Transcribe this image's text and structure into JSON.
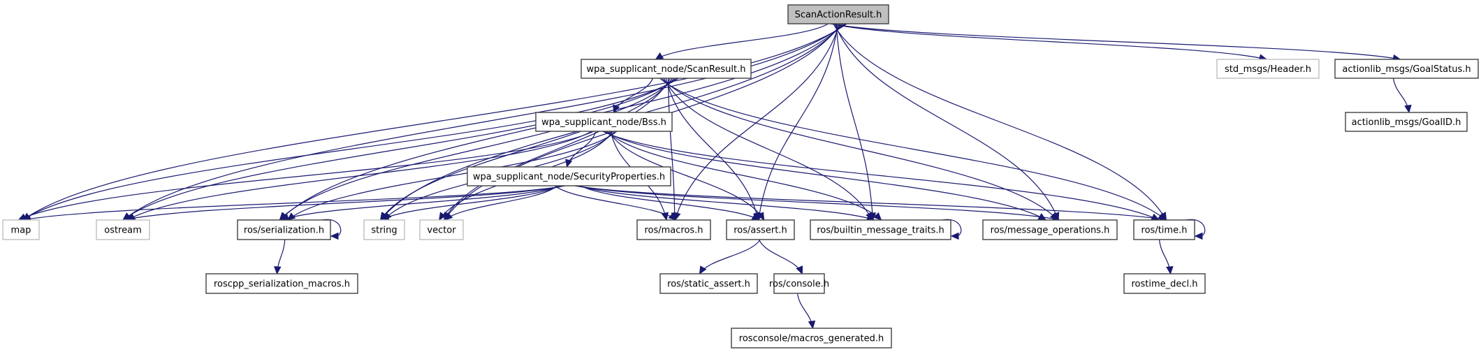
{
  "diagram": {
    "title": "ScanActionResult.h include dependency graph",
    "colors": {
      "edge": "#191970",
      "root_fill": "#bfbfbf",
      "node_fill": "#ffffff",
      "documented_border": "#404040",
      "external_border": "#bfbfbf"
    },
    "nodes": [
      {
        "id": "root",
        "label": "ScanActionResult.h",
        "kind": "root"
      },
      {
        "id": "scanresult",
        "label": "wpa_supplicant_node/ScanResult.h",
        "kind": "documented"
      },
      {
        "id": "bss",
        "label": "wpa_supplicant_node/Bss.h",
        "kind": "documented"
      },
      {
        "id": "secprops",
        "label": "wpa_supplicant_node/SecurityProperties.h",
        "kind": "documented"
      },
      {
        "id": "map",
        "label": "map",
        "kind": "external"
      },
      {
        "id": "ostream",
        "label": "ostream",
        "kind": "external"
      },
      {
        "id": "serialization",
        "label": "ros/serialization.h",
        "kind": "documented"
      },
      {
        "id": "string",
        "label": "string",
        "kind": "external"
      },
      {
        "id": "vector",
        "label": "vector",
        "kind": "external"
      },
      {
        "id": "macros",
        "label": "ros/macros.h",
        "kind": "documented"
      },
      {
        "id": "assert",
        "label": "ros/assert.h",
        "kind": "documented"
      },
      {
        "id": "builtin",
        "label": "ros/builtin_message_traits.h",
        "kind": "documented"
      },
      {
        "id": "msgops",
        "label": "ros/message_operations.h",
        "kind": "documented"
      },
      {
        "id": "time",
        "label": "ros/time.h",
        "kind": "documented"
      },
      {
        "id": "roscppmacros",
        "label": "roscpp_serialization_macros.h",
        "kind": "documented"
      },
      {
        "id": "staticassert",
        "label": "ros/static_assert.h",
        "kind": "documented"
      },
      {
        "id": "console",
        "label": "ros/console.h",
        "kind": "documented"
      },
      {
        "id": "macrosgen",
        "label": "rosconsole/macros_generated.h",
        "kind": "documented"
      },
      {
        "id": "rostimedecl",
        "label": "rostime_decl.h",
        "kind": "documented"
      },
      {
        "id": "header",
        "label": "std_msgs/Header.h",
        "kind": "external"
      },
      {
        "id": "goalstatus",
        "label": "actionlib_msgs/GoalStatus.h",
        "kind": "documented"
      },
      {
        "id": "goalid",
        "label": "actionlib_msgs/GoalID.h",
        "kind": "documented"
      }
    ],
    "edges": [
      [
        "root",
        "scanresult"
      ],
      [
        "root",
        "map"
      ],
      [
        "root",
        "ostream"
      ],
      [
        "root",
        "serialization"
      ],
      [
        "root",
        "string"
      ],
      [
        "root",
        "vector"
      ],
      [
        "root",
        "macros"
      ],
      [
        "root",
        "assert"
      ],
      [
        "root",
        "builtin"
      ],
      [
        "root",
        "msgops"
      ],
      [
        "root",
        "time"
      ],
      [
        "root",
        "header"
      ],
      [
        "root",
        "goalstatus"
      ],
      [
        "scanresult",
        "bss"
      ],
      [
        "scanresult",
        "map"
      ],
      [
        "scanresult",
        "ostream"
      ],
      [
        "scanresult",
        "serialization"
      ],
      [
        "scanresult",
        "string"
      ],
      [
        "scanresult",
        "vector"
      ],
      [
        "scanresult",
        "macros"
      ],
      [
        "scanresult",
        "assert"
      ],
      [
        "scanresult",
        "builtin"
      ],
      [
        "scanresult",
        "msgops"
      ],
      [
        "scanresult",
        "time"
      ],
      [
        "bss",
        "secprops"
      ],
      [
        "bss",
        "map"
      ],
      [
        "bss",
        "ostream"
      ],
      [
        "bss",
        "serialization"
      ],
      [
        "bss",
        "string"
      ],
      [
        "bss",
        "vector"
      ],
      [
        "bss",
        "macros"
      ],
      [
        "bss",
        "assert"
      ],
      [
        "bss",
        "builtin"
      ],
      [
        "bss",
        "msgops"
      ],
      [
        "bss",
        "time"
      ],
      [
        "secprops",
        "map"
      ],
      [
        "secprops",
        "ostream"
      ],
      [
        "secprops",
        "serialization"
      ],
      [
        "secprops",
        "string"
      ],
      [
        "secprops",
        "vector"
      ],
      [
        "secprops",
        "macros"
      ],
      [
        "secprops",
        "assert"
      ],
      [
        "secprops",
        "builtin"
      ],
      [
        "secprops",
        "msgops"
      ],
      [
        "secprops",
        "time"
      ],
      [
        "serialization",
        "serialization"
      ],
      [
        "serialization",
        "roscppmacros"
      ],
      [
        "assert",
        "staticassert"
      ],
      [
        "assert",
        "console"
      ],
      [
        "console",
        "macrosgen"
      ],
      [
        "builtin",
        "builtin"
      ],
      [
        "time",
        "time"
      ],
      [
        "time",
        "rostimedecl"
      ],
      [
        "goalstatus",
        "goalid"
      ]
    ]
  }
}
